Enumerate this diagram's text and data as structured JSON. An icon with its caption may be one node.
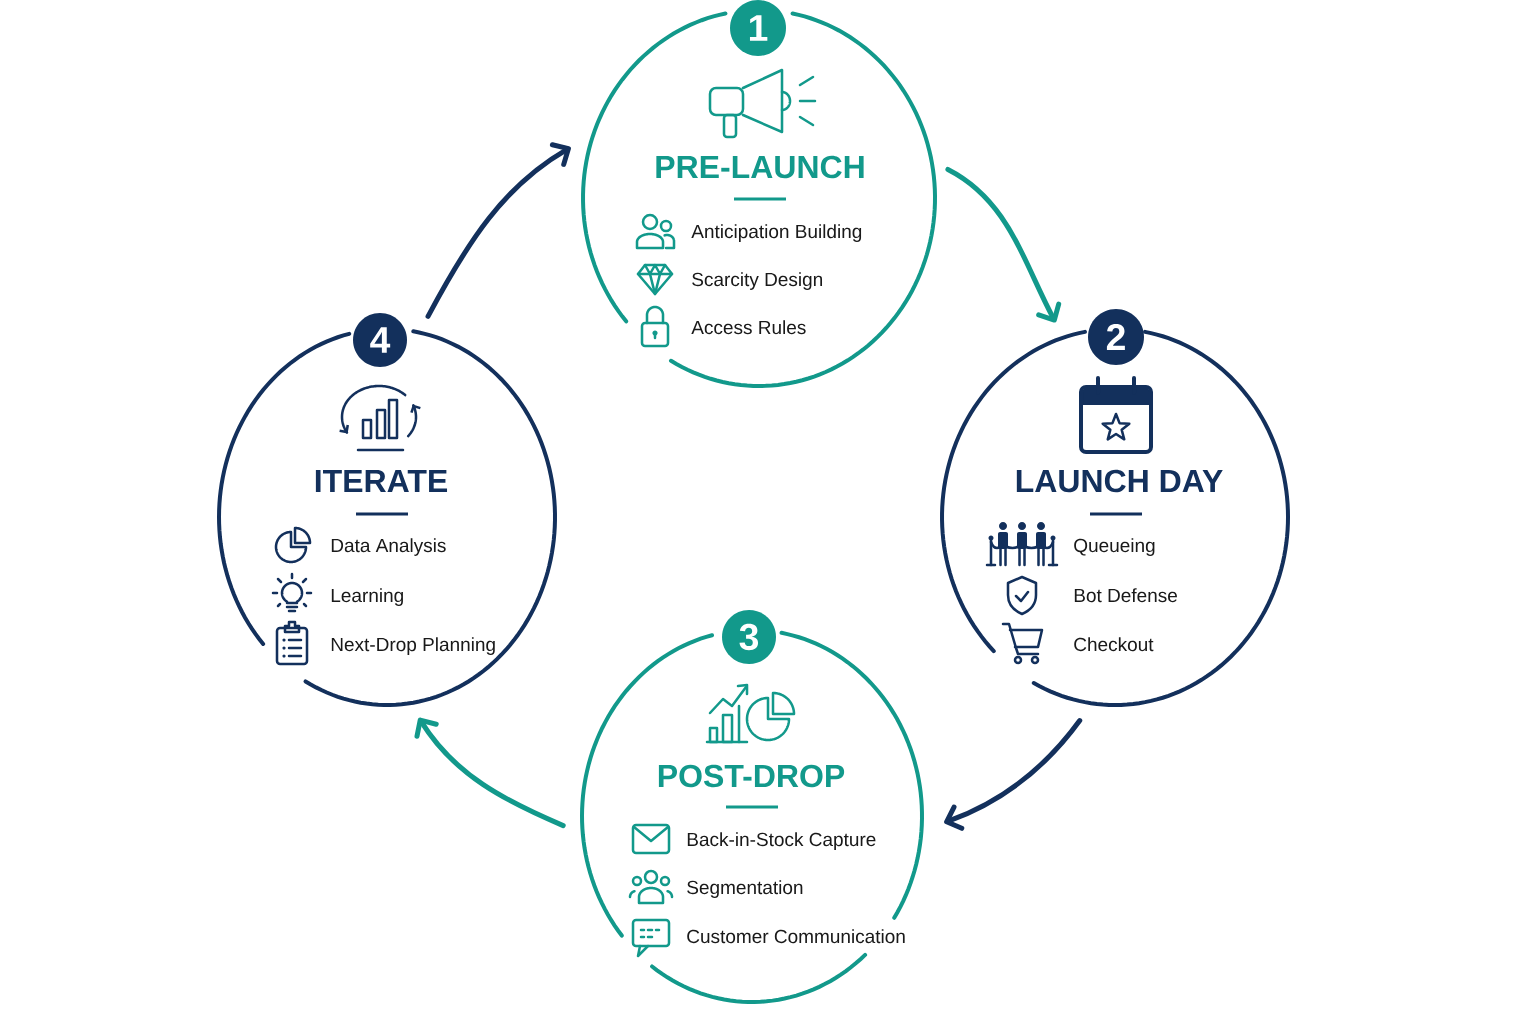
{
  "diagram": {
    "nodes": [
      {
        "text": [
          "1"
        ]
      },
      {
        "text": [
          "PRE-LAUNCH",
          "Anticipation Building",
          "Scarcity Design",
          "Access Rules"
        ]
      },
      {
        "text": [
          "2"
        ]
      },
      {
        "text": [
          "LAUNCH DAY",
          "Queueing",
          "Bot Defense",
          "Checkout"
        ]
      },
      {
        "text": [
          "3"
        ]
      },
      {
        "text": [
          "POST-DROP",
          "Back-in-Stock Capture",
          "Segmentation",
          "Customer Communication"
        ]
      },
      {
        "text": [
          "4"
        ]
      },
      {
        "text": [
          "ITERATE",
          "Data Analysis",
          "Learning",
          "Next-Drop Planning"
        ]
      }
    ],
    "edges": [
      {
        "from": 1,
        "to": 3,
        "arrow": "to",
        "color": "#12998b"
      },
      {
        "from": 3,
        "to": 5,
        "arrow": "to",
        "color": "#13305c"
      },
      {
        "from": 5,
        "to": 7,
        "arrow": "to",
        "color": "#12998b"
      },
      {
        "from": 7,
        "to": 1,
        "arrow": "to",
        "color": "#13305c"
      }
    ]
  }
}
